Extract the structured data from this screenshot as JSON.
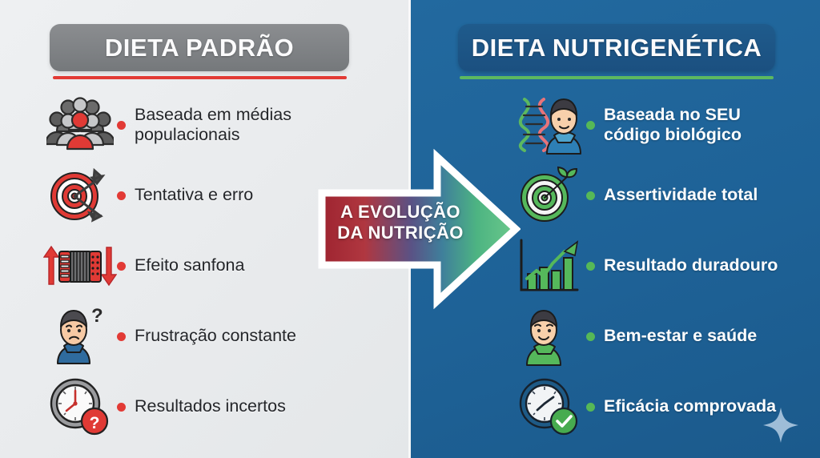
{
  "theme": {
    "left_bg": "#eceef0",
    "right_bg": "#1e6297",
    "accent_red": "#e23a35",
    "accent_green": "#56b857",
    "header_left_bg": "#808386",
    "header_right_bg": "#1f5b8c"
  },
  "left_panel": {
    "header": "DIETA PADRÃO",
    "items": [
      {
        "icon": "group-of-people-icon",
        "label": "Baseada em médias populacionais",
        "lines": [
          "Baseada em médias",
          "populacionais"
        ]
      },
      {
        "icon": "target-with-arrows-icon",
        "label": "Tentativa e erro",
        "lines": [
          "Tentativa e erro"
        ]
      },
      {
        "icon": "accordion-yo-yo-icon",
        "label": "Efeito sanfona",
        "lines": [
          "Efeito sanfona"
        ]
      },
      {
        "icon": "sad-person-question-icon",
        "label": "Frustração constante",
        "lines": [
          "Frustração constante"
        ]
      },
      {
        "icon": "clock-question-icon",
        "label": "Resultados incertos",
        "lines": [
          "Resultados incertos"
        ]
      }
    ]
  },
  "right_panel": {
    "header": "DIETA NUTRIGENÉTICA",
    "items": [
      {
        "icon": "dna-person-icon",
        "label": "Baseada no SEU código biológico",
        "lines": [
          "Baseada no SEU",
          "código biológico"
        ]
      },
      {
        "icon": "target-leaf-icon",
        "label": "Assertividade total",
        "lines": [
          "Assertividade total"
        ]
      },
      {
        "icon": "growth-chart-icon",
        "label": "Resultado duradouro",
        "lines": [
          "Resultado duradouro"
        ]
      },
      {
        "icon": "happy-person-icon",
        "label": "Bem-estar e saúde",
        "lines": [
          "Bem-estar e saúde"
        ]
      },
      {
        "icon": "clock-check-icon",
        "label": "Eficácia comprovada",
        "lines": [
          "Eficácia comprovada"
        ]
      }
    ]
  },
  "center_arrow": {
    "lines": [
      "A EVOLUÇÃO",
      "DA NUTRIÇÃO"
    ],
    "label": "A EVOLUÇÃO DA NUTRIÇÃO",
    "gradient_from": "#a8252f",
    "gradient_mid": "#4a4f8e",
    "gradient_to": "#5fbf7e",
    "direction": "left-to-right"
  },
  "decoration": {
    "sparkle": "four-point-star-icon"
  }
}
